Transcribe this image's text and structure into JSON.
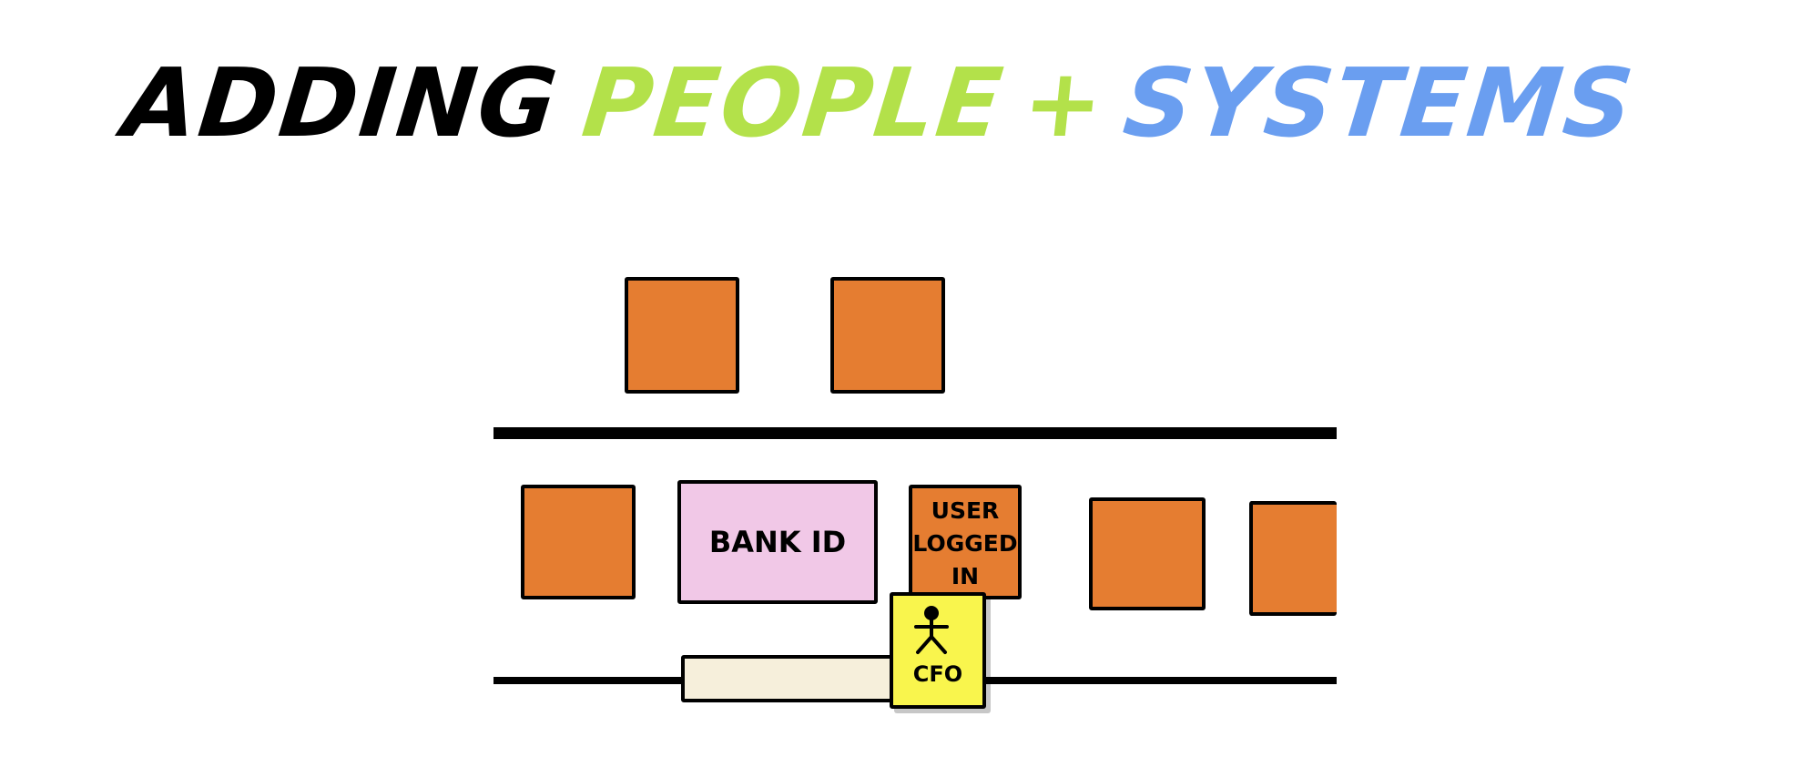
{
  "title": {
    "part1": "ADDING",
    "part2": "PEOPLE",
    "part3": "+",
    "part4": "SYSTEMS",
    "colors": {
      "part1": "#000000",
      "part2": "#b3e14a",
      "part3": "#b3e14a",
      "part4": "#6a9ef0"
    }
  },
  "diagram": {
    "cards": {
      "bank_id": "BANK ID",
      "user_logged_in": [
        "USER",
        "LOGGED",
        "IN"
      ],
      "cfo": "CFO"
    },
    "icons": {
      "actor": "stick-figure-icon"
    },
    "colors": {
      "event": "#e57d31",
      "system": "#f1c8e7",
      "person": "#f9f54d",
      "bar": "#f6efdb"
    }
  }
}
